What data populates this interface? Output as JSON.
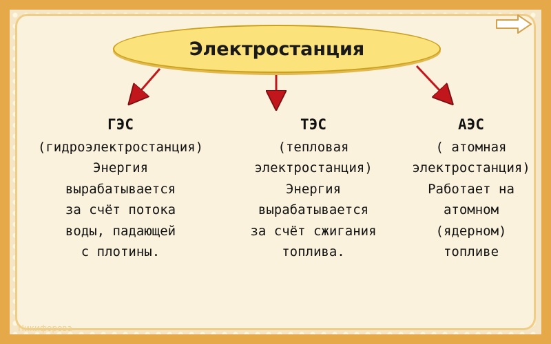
{
  "title": "Электростанция",
  "columns": [
    {
      "heading": "ГЭС",
      "lines": [
        "(гидроэлектростанция)",
        "Энергия",
        "вырабатывается",
        "за счёт потока",
        "воды, падающей",
        "с плотины."
      ]
    },
    {
      "heading": "ТЭС",
      "lines": [
        "(тепловая",
        "электростанция)",
        "Энергия",
        "вырабатывается",
        "за счёт сжигания",
        "топлива."
      ]
    },
    {
      "heading": "АЭС",
      "lines": [
        "( атомная",
        "электростанция)",
        "Работает на",
        "атомном",
        "(ядерном)",
        "топливе"
      ]
    }
  ],
  "author": "Никифорова",
  "icons": {
    "next": "next-arrow-icon"
  },
  "colors": {
    "oval": "#fbe27a",
    "arrow": "#c0161c",
    "border": "#e6a94a"
  }
}
